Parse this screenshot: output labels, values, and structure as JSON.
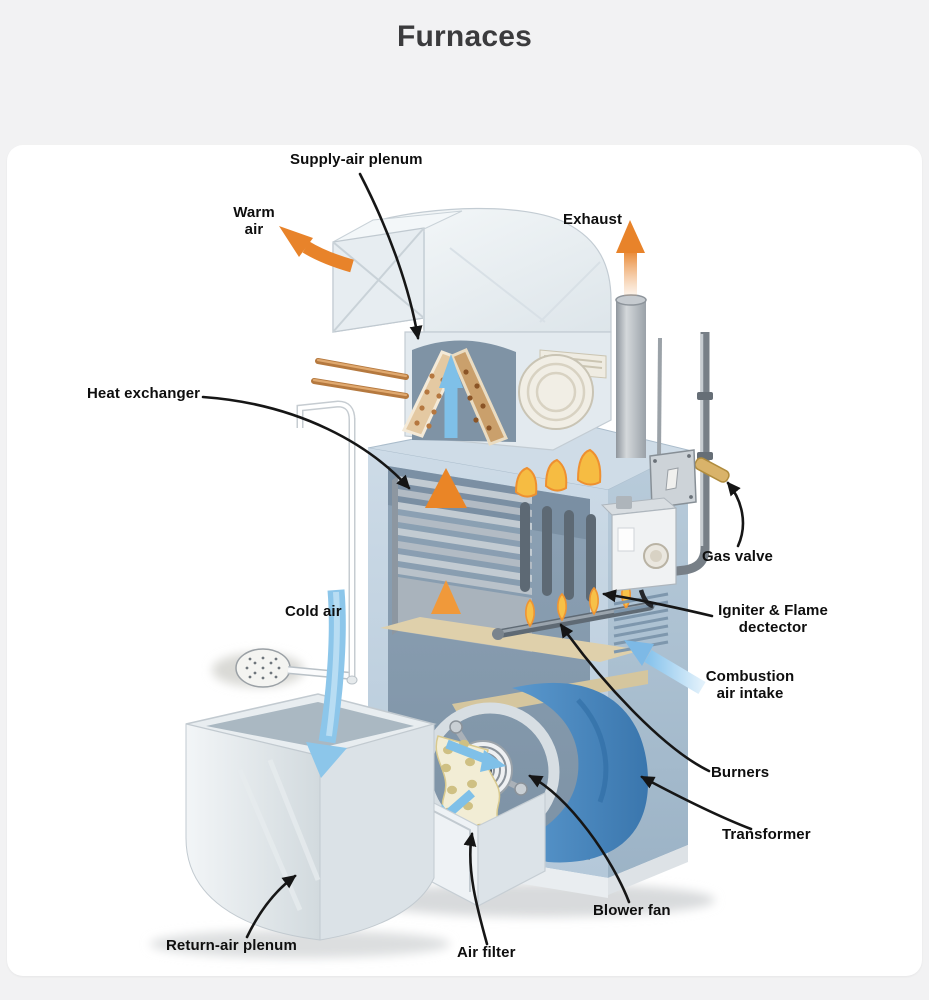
{
  "page": {
    "title": "Furnaces"
  },
  "diagram": {
    "labels": [
      {
        "id": "supply-air-plenum",
        "text": "Supply-air plenum"
      },
      {
        "id": "warm-air",
        "text": "Warm\nair"
      },
      {
        "id": "exhaust",
        "text": "Exhaust"
      },
      {
        "id": "heat-exchanger",
        "text": "Heat exchanger"
      },
      {
        "id": "cold-air",
        "text": "Cold air"
      },
      {
        "id": "gas-valve",
        "text": "Gas valve"
      },
      {
        "id": "igniter-flame-detector",
        "text": "Igniter & Flame\ndectector"
      },
      {
        "id": "combustion-air-intake",
        "text": "Combustion\nair intake"
      },
      {
        "id": "burners",
        "text": "Burners"
      },
      {
        "id": "transformer",
        "text": "Transformer"
      },
      {
        "id": "blower-fan",
        "text": "Blower fan"
      },
      {
        "id": "air-filter",
        "text": "Air filter"
      },
      {
        "id": "return-air-plenum",
        "text": "Return-air plenum"
      }
    ],
    "colors": {
      "page_background": "#f2f2f3",
      "card_background": "#ffffff",
      "title_text": "#3b3b3d",
      "label_text": "#0e0e0e",
      "warm_air_arrow": "#e8832a",
      "cold_air_arrow": "#85c3e9",
      "cabinet_blue": "#c3d3e2",
      "blower_housing_blue": "#4a87c0",
      "flame_yellow": "#f6bc42",
      "filter_cream": "#f2edd5",
      "coil_copper": "#d9a86e",
      "leader_line": "#161616"
    }
  }
}
